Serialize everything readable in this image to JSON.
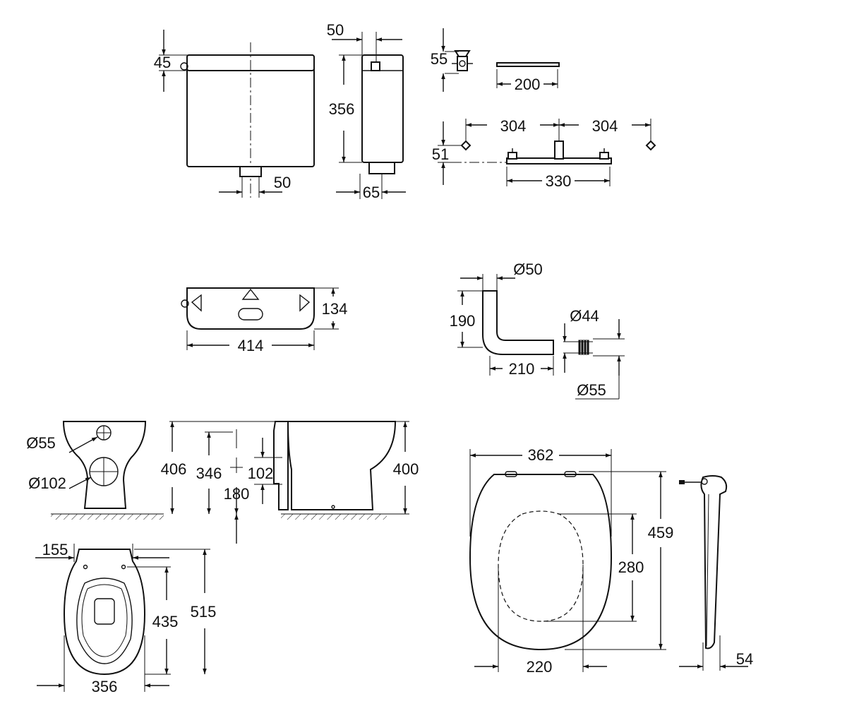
{
  "dimensions": {
    "cistern_top_h": "45",
    "cistern_side_top": "50",
    "cistern_height": "356",
    "cistern_outlet_w": "50",
    "cistern_side_outlet": "65",
    "valve_h": "55",
    "bar_len": "200",
    "bracket_left": "304",
    "bracket_right": "304",
    "bracket_h": "51",
    "bracket_span": "330",
    "cistern_top_view_depth": "134",
    "cistern_width": "414",
    "pipe_diam": "Ø50",
    "pipe_height": "190",
    "pipe_length": "210",
    "connector_inner": "Ø44",
    "connector_outer": "Ø55",
    "pan_inlet": "Ø55",
    "pan_outlet": "Ø102",
    "pan_inlet_height": "406",
    "pan_outlet_height_top": "346",
    "pan_outlet_diam_v": "102",
    "pan_outlet_height": "180",
    "pan_height": "400",
    "pan_fix_spacing": "155",
    "pan_fix_depth": "435",
    "pan_depth": "515",
    "pan_width": "356",
    "seat_width": "362",
    "seat_length": "459",
    "seat_opening_len": "280",
    "seat_opening_w": "220",
    "seat_thickness": "54"
  }
}
